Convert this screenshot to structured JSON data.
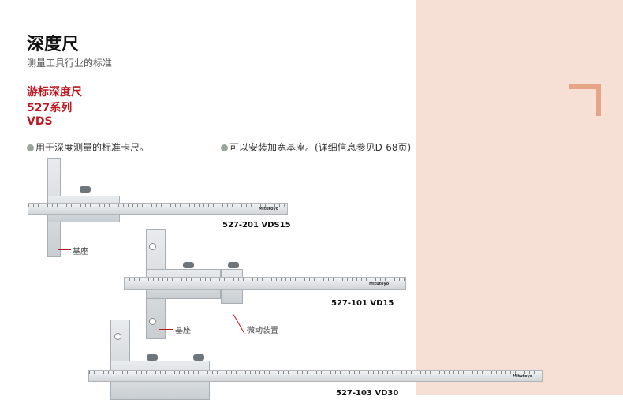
{
  "header": {
    "title": "深度尺",
    "subtitle": "测量工具行业的标准"
  },
  "product": {
    "name": "游标深度尺",
    "series": "527系列",
    "code": "VDS"
  },
  "features": [
    "用于深度测量的标准卡尺。",
    "可以安装加宽基座。(详细信息参见D-68页)"
  ],
  "items": [
    {
      "model": "527-201   VDS15",
      "base_label": "基座",
      "brand": "Mitutoyo"
    },
    {
      "model": "527-101   VD15",
      "base_label": "基座",
      "fine_label": "微动装置",
      "brand": "Mitutoyo"
    },
    {
      "model": "527-103   VD30",
      "brand": "Mitutoyo"
    }
  ],
  "colors": {
    "accent": "#c0161f",
    "panel": "#f6e0d6",
    "bracket": "#e6a587"
  }
}
